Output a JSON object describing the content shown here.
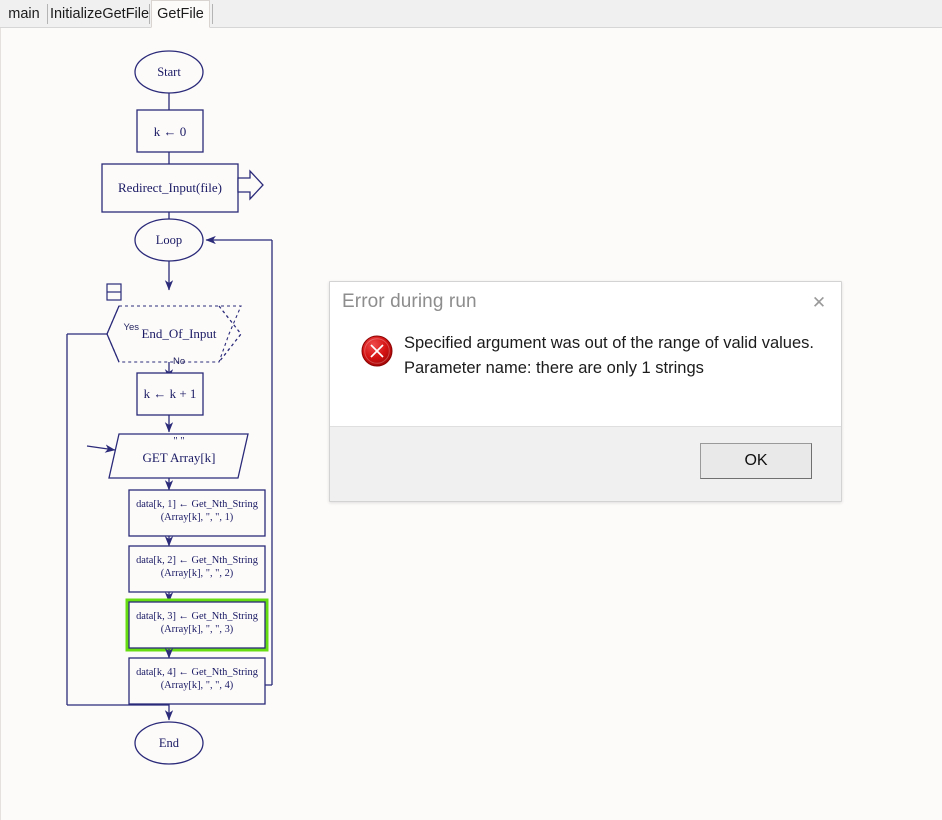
{
  "window": {
    "canvas_bg": "#fdfbfa",
    "stroke_color": "#2b2b7a",
    "highlight_color": "#66dd11"
  },
  "tabs": [
    {
      "label": "main",
      "selected": false
    },
    {
      "label": "InitializeGetFile",
      "selected": false
    },
    {
      "label": "GetFile",
      "selected": true
    }
  ],
  "flowchart": {
    "title": "GetFile",
    "nodes": {
      "start": {
        "type": "terminator",
        "label": "Start"
      },
      "init_k": {
        "type": "process",
        "label": "k ← 0"
      },
      "redirect": {
        "type": "process",
        "label": "Redirect_Input(file)"
      },
      "loop": {
        "type": "terminator",
        "label": "Loop"
      },
      "decision": {
        "type": "decision",
        "label": "End_Of_Input"
      },
      "incr_k": {
        "type": "process",
        "label": "k ← k + 1"
      },
      "get_input": {
        "type": "input",
        "label_top": "\" \"",
        "label": "GET Array[k]"
      },
      "assign1": {
        "type": "process",
        "line1": "data[k, 1] ← Get_Nth_String",
        "line2": "(Array[k], \", \", 1)",
        "highlighted": false
      },
      "assign2": {
        "type": "process",
        "line1": "data[k, 2] ← Get_Nth_String",
        "line2": "(Array[k], \", \", 2)",
        "highlighted": false
      },
      "assign3": {
        "type": "process",
        "line1": "data[k, 3] ← Get_Nth_String",
        "line2": "(Array[k], \", \", 3)",
        "highlighted": true
      },
      "assign4": {
        "type": "process",
        "line1": "data[k, 4] ← Get_Nth_String",
        "line2": "(Array[k], \", \", 4)",
        "highlighted": false
      },
      "end": {
        "type": "terminator",
        "label": "End"
      }
    },
    "edge_labels": {
      "yes": "Yes",
      "no": "No"
    }
  },
  "dialog": {
    "title": "Error during run",
    "close_icon": "✕",
    "icon": "error-icon",
    "message_line1": "Specified argument was out of the range of valid values.",
    "message_line2": "Parameter name: there are only 1 strings",
    "ok_label": "OK"
  }
}
